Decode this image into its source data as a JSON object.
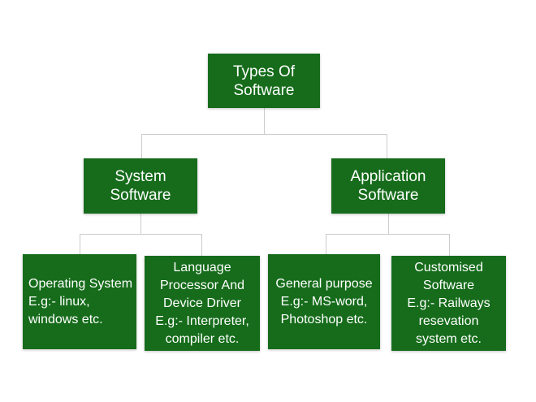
{
  "diagram": {
    "type": "flowchart",
    "background_color": "#ffffff",
    "box_fill_color": "#166c1b",
    "box_text_color": "#ffffff",
    "connector_color": "#cccccc",
    "nodes": {
      "root": {
        "label": "Types Of\nSoftware"
      },
      "system": {
        "label": "System\nSoftware"
      },
      "application": {
        "label": "Application\nSoftware"
      },
      "operating": {
        "label": "Operating System\nE.g:- linux,\nwindows etc."
      },
      "language": {
        "label": "Language\nProcessor And\nDevice Driver\nE.g:- Interpreter,\ncompiler etc."
      },
      "general": {
        "label": "General purpose\nE.g:- MS-word,\nPhotoshop etc."
      },
      "customised": {
        "label": "Customised\nSoftware\nE.g:- Railways\nresevation\nsystem etc."
      }
    },
    "edges": [
      {
        "from": "root",
        "to": "system"
      },
      {
        "from": "root",
        "to": "application"
      },
      {
        "from": "system",
        "to": "operating"
      },
      {
        "from": "system",
        "to": "language"
      },
      {
        "from": "application",
        "to": "general"
      },
      {
        "from": "application",
        "to": "customised"
      }
    ]
  }
}
